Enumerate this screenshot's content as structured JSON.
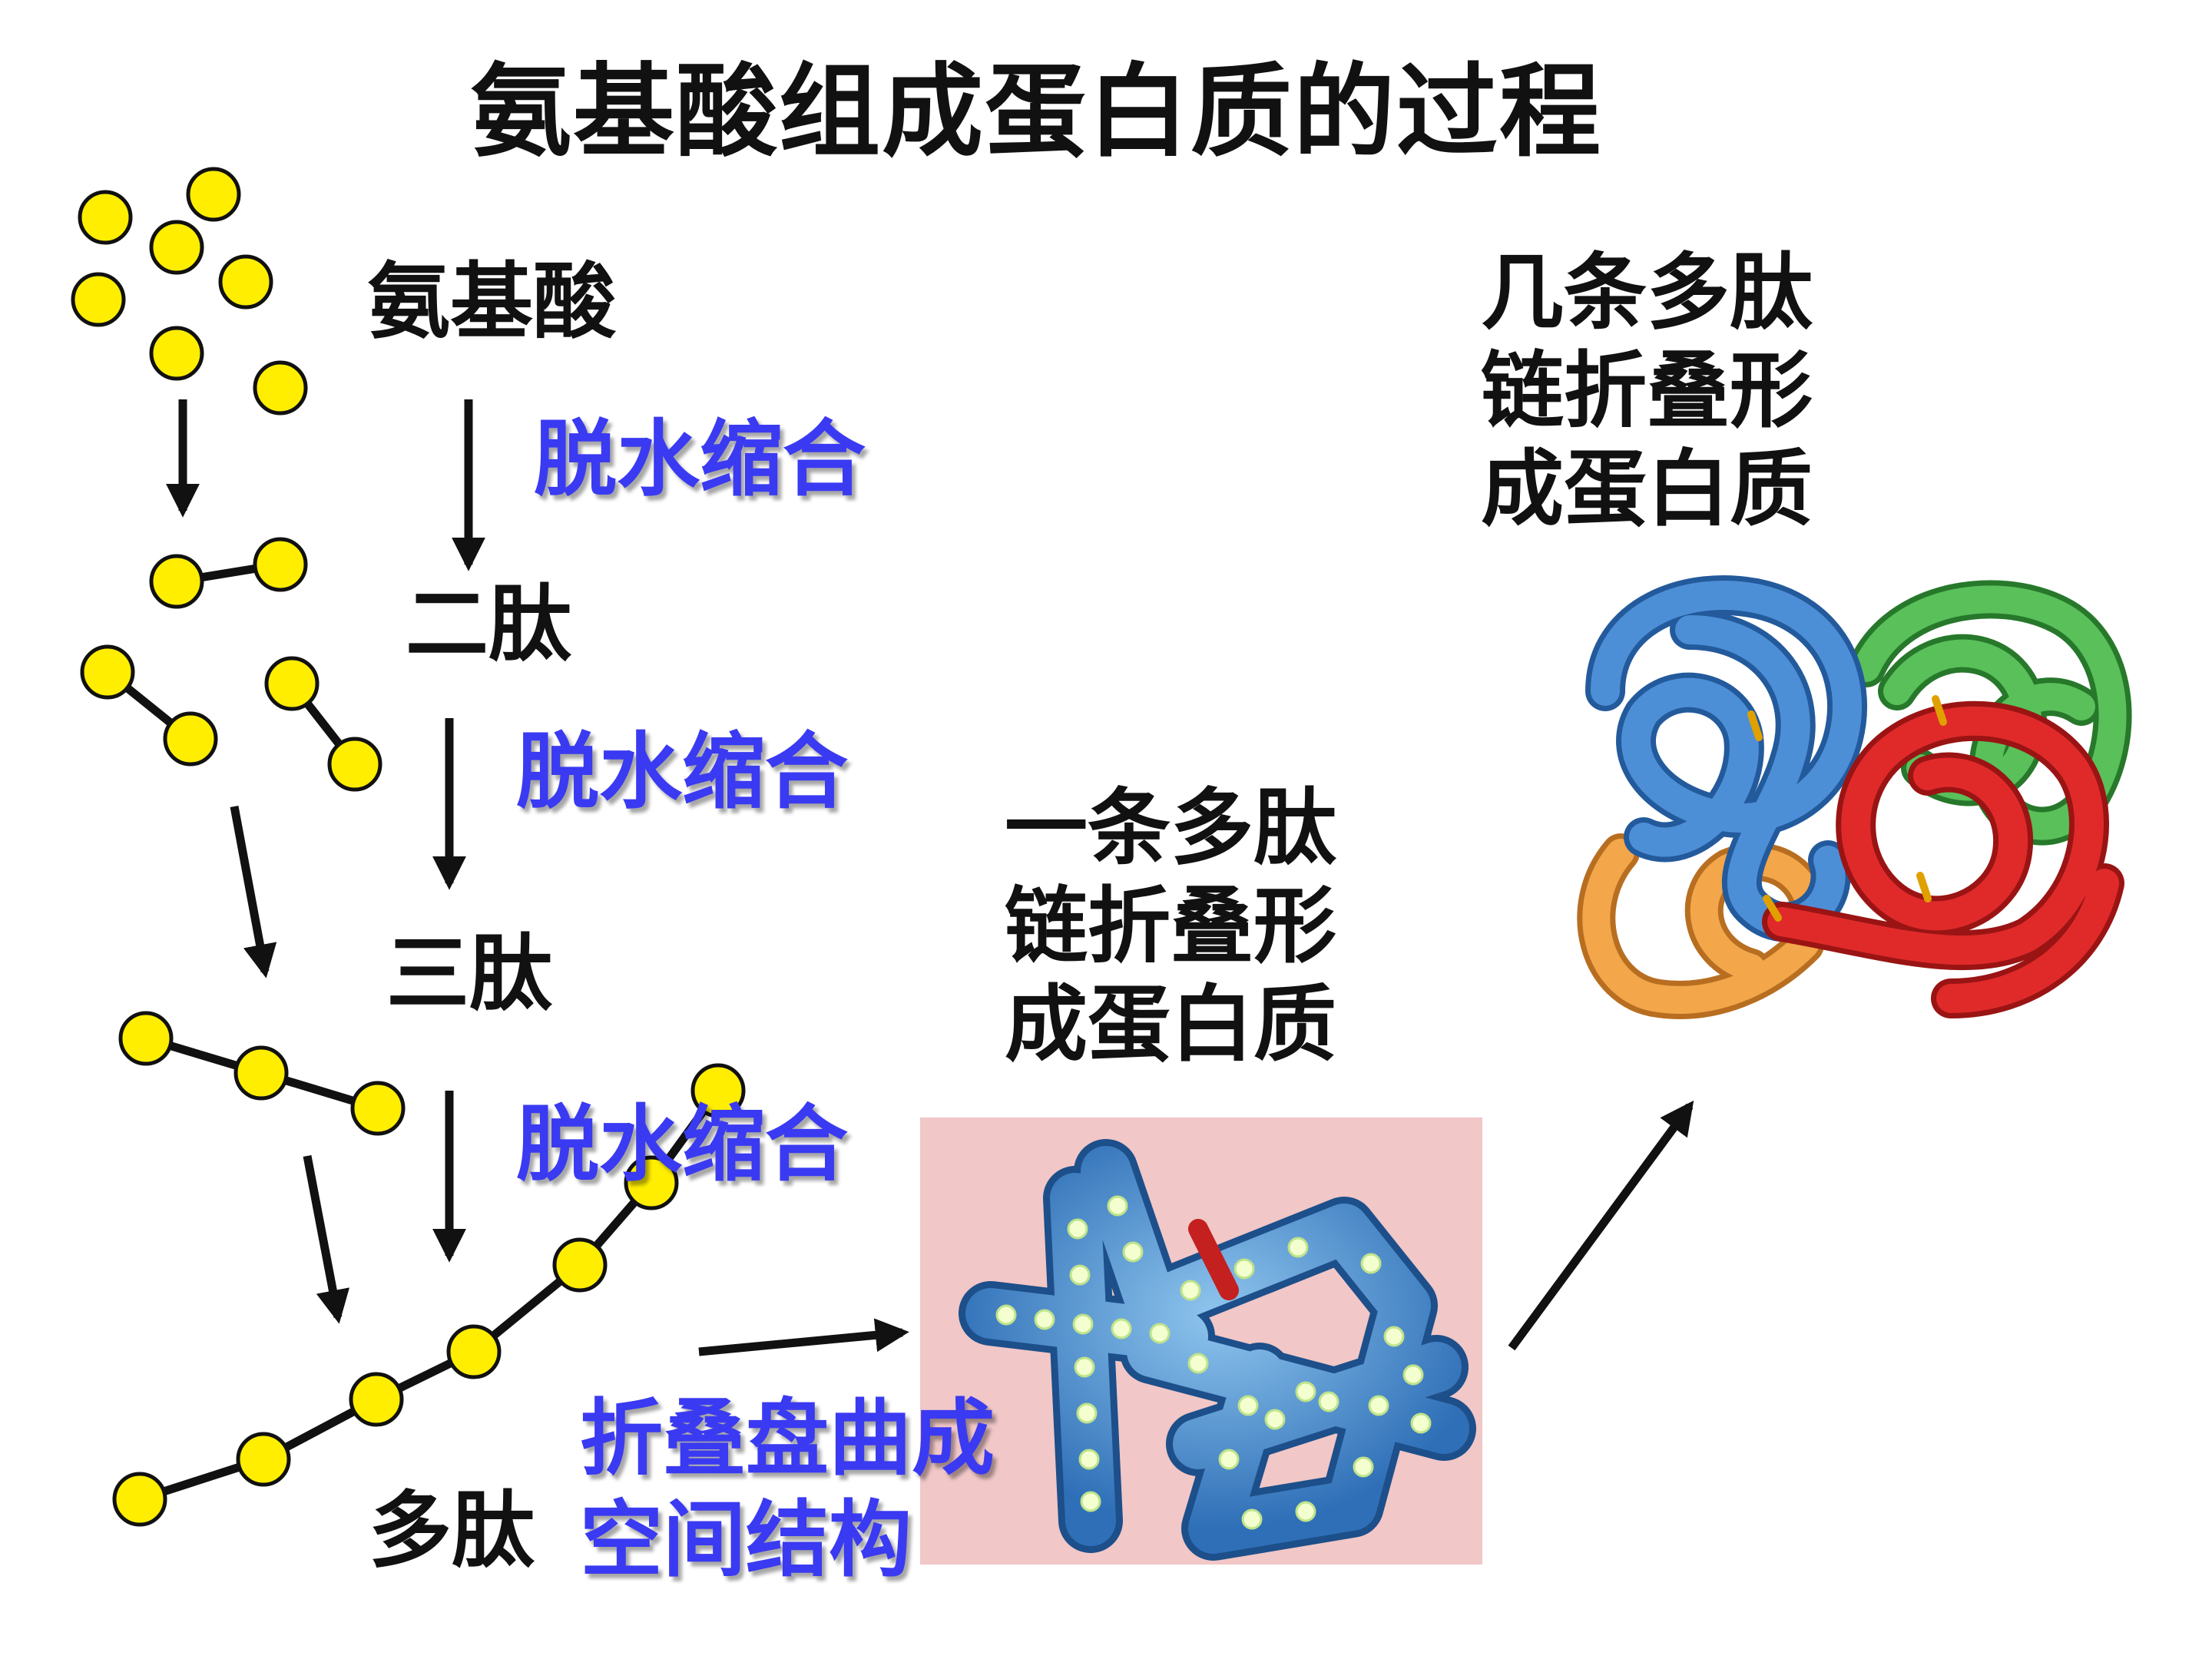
{
  "title": "氨基酸组成蛋白质的过程",
  "labels": {
    "amino_acid": "氨基酸",
    "dipeptide": "二肽",
    "tripeptide": "三肽",
    "polypeptide": "多肽"
  },
  "process_labels": {
    "condensation_1": "脱水缩合",
    "condensation_2": "脱水缩合",
    "condensation_3": "脱水缩合",
    "folding_line1": "折叠盘曲成",
    "folding_line2": "空间结构"
  },
  "single_chain_protein": {
    "line1": "一条多肽",
    "line2": "链折叠形",
    "line3": "成蛋白质"
  },
  "multi_chain_protein": {
    "line1": "几条多肽",
    "line2": "链折叠形",
    "line3": "成蛋白质"
  },
  "colors": {
    "amino_acid_fill": "#ffee00",
    "process_text": "#3a3af2",
    "chain_blue": "#4d8fd6",
    "chain_green": "#4cb84c",
    "chain_red": "#e02a2a",
    "chain_orange": "#f0a040",
    "photo_background": "#f1c7c7"
  }
}
